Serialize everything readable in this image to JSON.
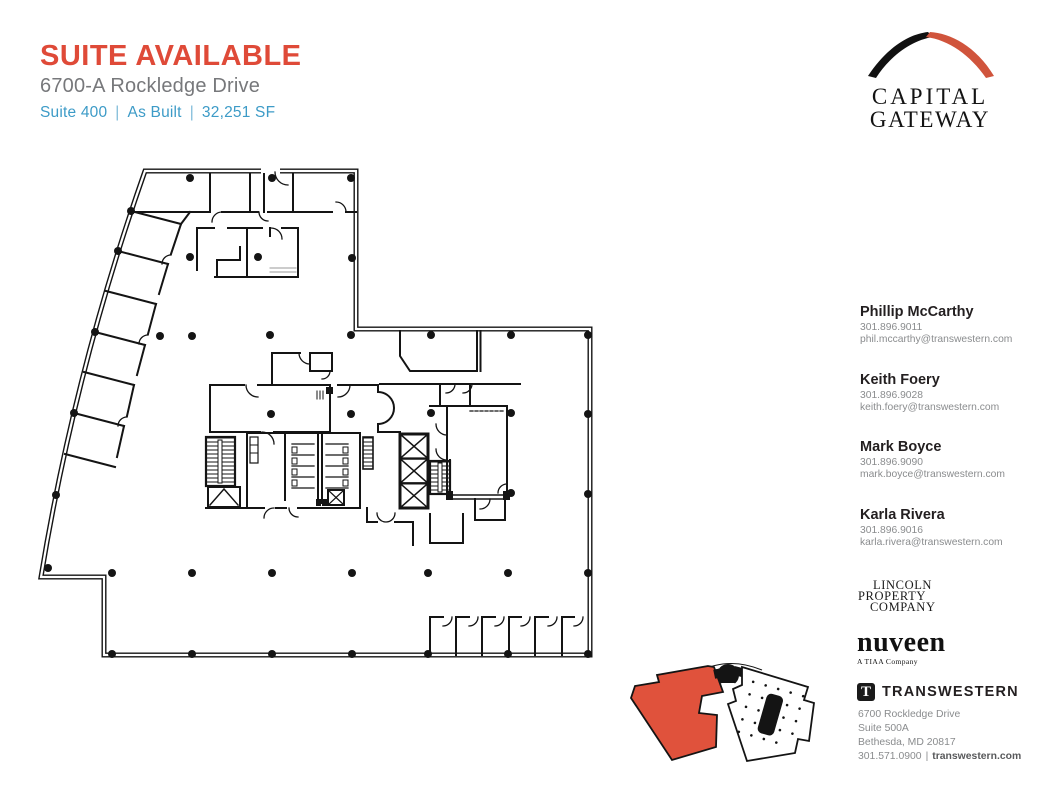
{
  "header": {
    "title": "SUITE AVAILABLE",
    "building_address": "6700-A Rockledge Drive",
    "suite": "Suite 400",
    "condition": "As Built",
    "area": "32,251 SF",
    "separator": "|"
  },
  "brand": {
    "line1": "CAPITAL",
    "line2": "GATEWAY"
  },
  "contacts": [
    {
      "name": "Phillip McCarthy",
      "phone": "301.896.9011",
      "email": "phil.mccarthy@transwestern.com"
    },
    {
      "name": "Keith Foery",
      "phone": "301.896.9028",
      "email": "keith.foery@transwestern.com"
    },
    {
      "name": "Mark Boyce",
      "phone": "301.896.9090",
      "email": "mark.boyce@transwestern.com"
    },
    {
      "name": "Karla Rivera",
      "phone": "301.896.9016",
      "email": "karla.rivera@transwestern.com"
    }
  ],
  "partners": {
    "lincoln_line1": "LINCOLN",
    "lincoln_line2": "PROPERTY",
    "lincoln_line3": "COMPANY",
    "nuveen_name": "nuveen",
    "nuveen_tagline": "A TIAA Company",
    "transwestern_monogram": "T",
    "transwestern_name": "TRANSWESTERN"
  },
  "footer": {
    "address_line1": "6700 Rockledge Drive",
    "address_line2": "Suite 500A",
    "address_line3": "Bethesda, MD 20817",
    "phone": "301.571.0900",
    "separator": "|",
    "website": "transwestern.com"
  },
  "colors": {
    "title_red": "#DF4A38",
    "info_blue": "#3D9BC7",
    "subtitle_gray": "#77787B",
    "plan_line": "#141414",
    "keyplan_highlight": "#E0523C",
    "arch_black": "#111111",
    "arch_red": "#D0543C"
  }
}
